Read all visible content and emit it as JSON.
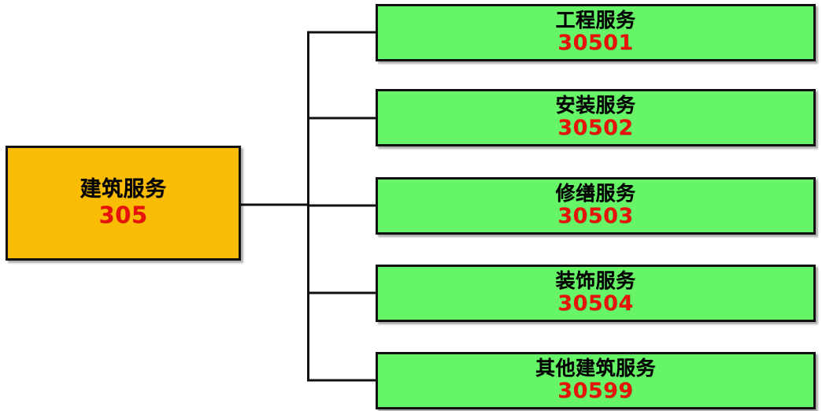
{
  "diagram": {
    "type": "hierarchy-tree",
    "orientation": "left-to-right",
    "colors": {
      "root_fill": "#fbbc05",
      "leaf_fill": "#66f566",
      "border": "#111111",
      "title_text": "#000000",
      "code_text": "#e8120c",
      "connector": "#111111",
      "background": "#ffffff"
    },
    "root": {
      "title": "建筑服务",
      "code": "305"
    },
    "leaves": [
      {
        "title": "工程服务",
        "code": "30501"
      },
      {
        "title": "安装服务",
        "code": "30502"
      },
      {
        "title": "修缮服务",
        "code": "30503"
      },
      {
        "title": "装饰服务",
        "code": "30504"
      },
      {
        "title": "其他建筑服务",
        "code": "30599"
      }
    ]
  }
}
